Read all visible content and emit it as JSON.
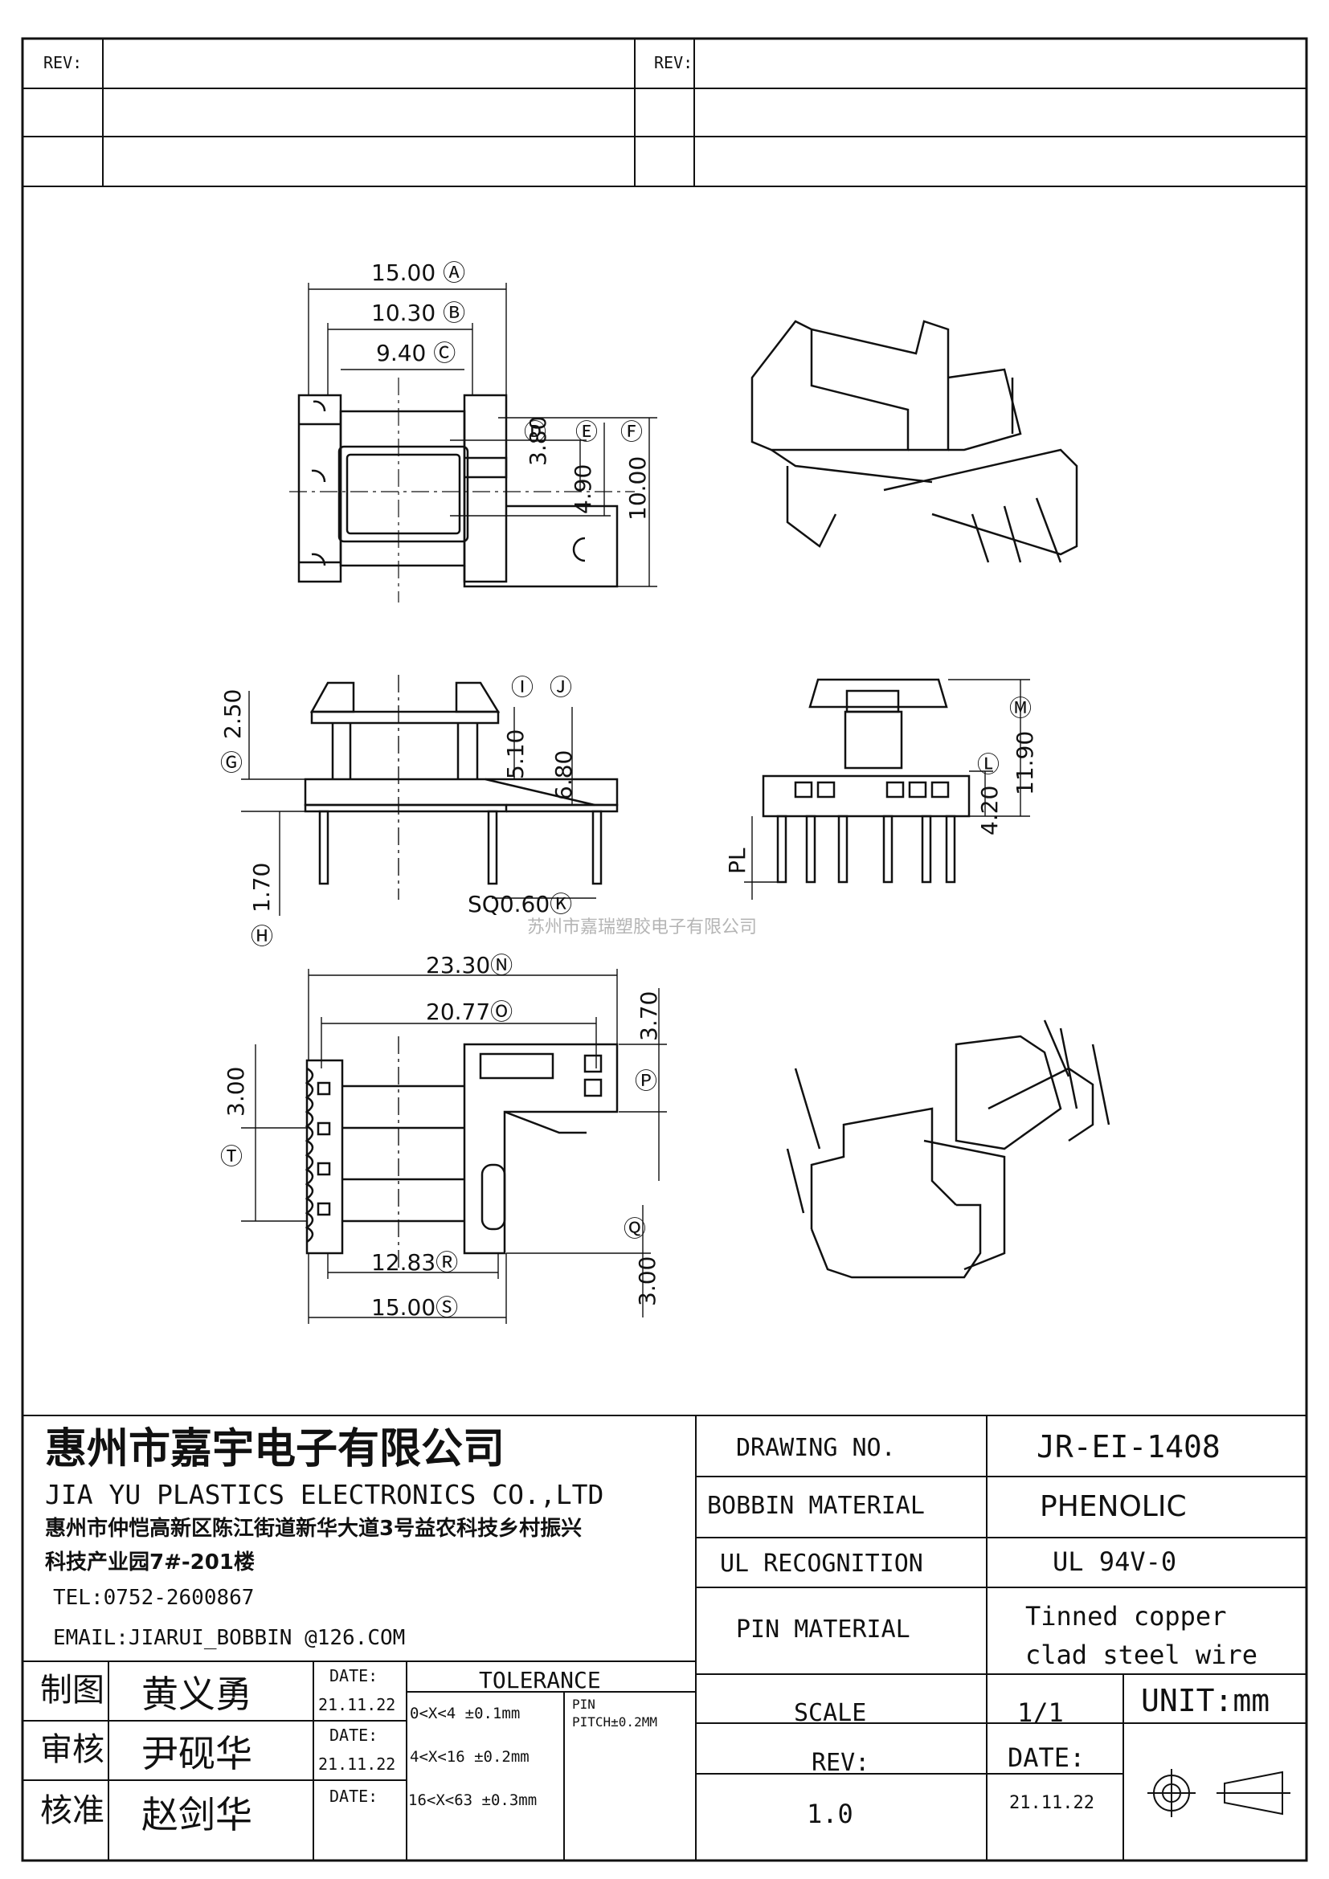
{
  "rev_header": {
    "left_label": "REV:",
    "right_label": "REV:"
  },
  "dims": {
    "A": "15.00",
    "B": "10.30",
    "C": "9.40",
    "D": "3.80",
    "E": "4.90",
    "F": "10.00",
    "G": "2.50",
    "H": "1.70",
    "I": "5.10",
    "J": "6.80",
    "K": "SQ0.60",
    "L": "4.20",
    "M": "11.90",
    "PL": "PL",
    "N": "23.30",
    "O": "20.77",
    "P": "3.70",
    "Q": "3.00",
    "R": "12.83",
    "S": "15.00",
    "T": "3.00"
  },
  "watermark": {
    "text": "苏州市嘉瑞塑胶电子有限公司"
  },
  "company": {
    "name_cn": "惠州市嘉宇电子有限公司",
    "name_en": "JIA YU PLASTICS ELECTRONICS CO.,LTD",
    "address_line1": "惠州市仲恺高新区陈江街道新华大道3号益农科技乡村振兴",
    "address_line2": "科技产业园7#-201楼",
    "tel": "TEL:0752-2600867",
    "email": "EMAIL:JIARUI_BOBBIN @126.COM"
  },
  "signoff": [
    {
      "role": "制图",
      "name": "黄义勇",
      "date_label": "DATE:",
      "date": "21.11.22"
    },
    {
      "role": "审核",
      "name": "尹砚华",
      "date_label": "DATE:",
      "date": "21.11.22"
    },
    {
      "role": "核准",
      "name": "赵剑华",
      "date_label": "DATE:",
      "date": ""
    }
  ],
  "tolerance": {
    "title": "TOLERANCE",
    "rows": [
      "0<X<4  ±0.1mm",
      "4<X<16 ±0.2mm",
      "16<X<63 ±0.3mm"
    ],
    "pin_label": "PIN",
    "pin_pitch": "PITCH±0.2MM"
  },
  "specs": {
    "drawing_no_label": "DRAWING  NO.",
    "drawing_no": "JR-EI-1408",
    "bobbin_material_label": "BOBBIN  MATERIAL",
    "bobbin_material": "PHENOLIC",
    "ul_label": "UL RECOGNITION",
    "ul_value": "UL 94V-0",
    "pin_material_label": "PIN MATERIAL",
    "pin_material_line1": "Tinned copper",
    "pin_material_line2": "clad steel wire",
    "scale_label": "SCALE",
    "scale_value": "1/1",
    "unit": "UNIT:mm",
    "rev_label": "REV:",
    "rev_value": "1.0",
    "date_label": "DATE:",
    "date_value": "21.11.22"
  }
}
